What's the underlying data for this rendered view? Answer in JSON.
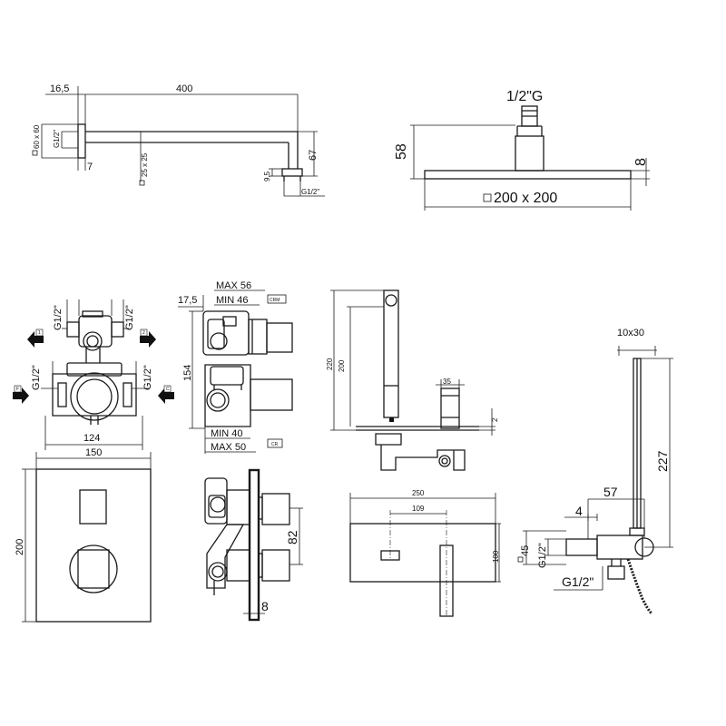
{
  "arm": {
    "d_offset": "16,5",
    "d_length": "400",
    "d_plate": "60 x 60",
    "d_thread_in": "G1/2\"",
    "d_plate_th": "7",
    "d_section": "25 x 25",
    "d_end_h": "9,5",
    "d_drop": "67",
    "d_thread_out": "G1/2\""
  },
  "head": {
    "d_thread": "1/2\"G",
    "d_height": "58",
    "d_thick": "8",
    "d_size": "200 x 200"
  },
  "valve": {
    "d_top_left": "G1/2\"",
    "d_top_right": "G1/2\"",
    "d_mid_left": "G1/2\"",
    "d_mid_right": "G1/2\"",
    "d_width": "124",
    "port_1": "1",
    "port_2": "2",
    "port_in_l": "F",
    "port_in_r": "C"
  },
  "valve_side": {
    "d_offset": "17,5",
    "d_max": "MAX 56",
    "d_min": "MIN 46",
    "tag_top": "CRM",
    "d_height": "154",
    "d_min_b": "MIN 40",
    "d_max_b": "MAX 50",
    "tag_bottom": "CR"
  },
  "spout_side": {
    "d_220": "220",
    "d_200": "200",
    "d_35": "35",
    "d_2": "2"
  },
  "plate": {
    "d_width": "150",
    "d_height": "200"
  },
  "plate_side": {
    "d_82": "82",
    "d_8": "8"
  },
  "spout_top": {
    "d_250": "250",
    "d_109": "109",
    "d_100": "100"
  },
  "hand": {
    "d_size": "10x30",
    "d_227": "227",
    "d_57": "57",
    "d_4": "4",
    "d_45": "45",
    "d_thread1": "G1/2\"",
    "d_thread2": "G1/2\""
  }
}
